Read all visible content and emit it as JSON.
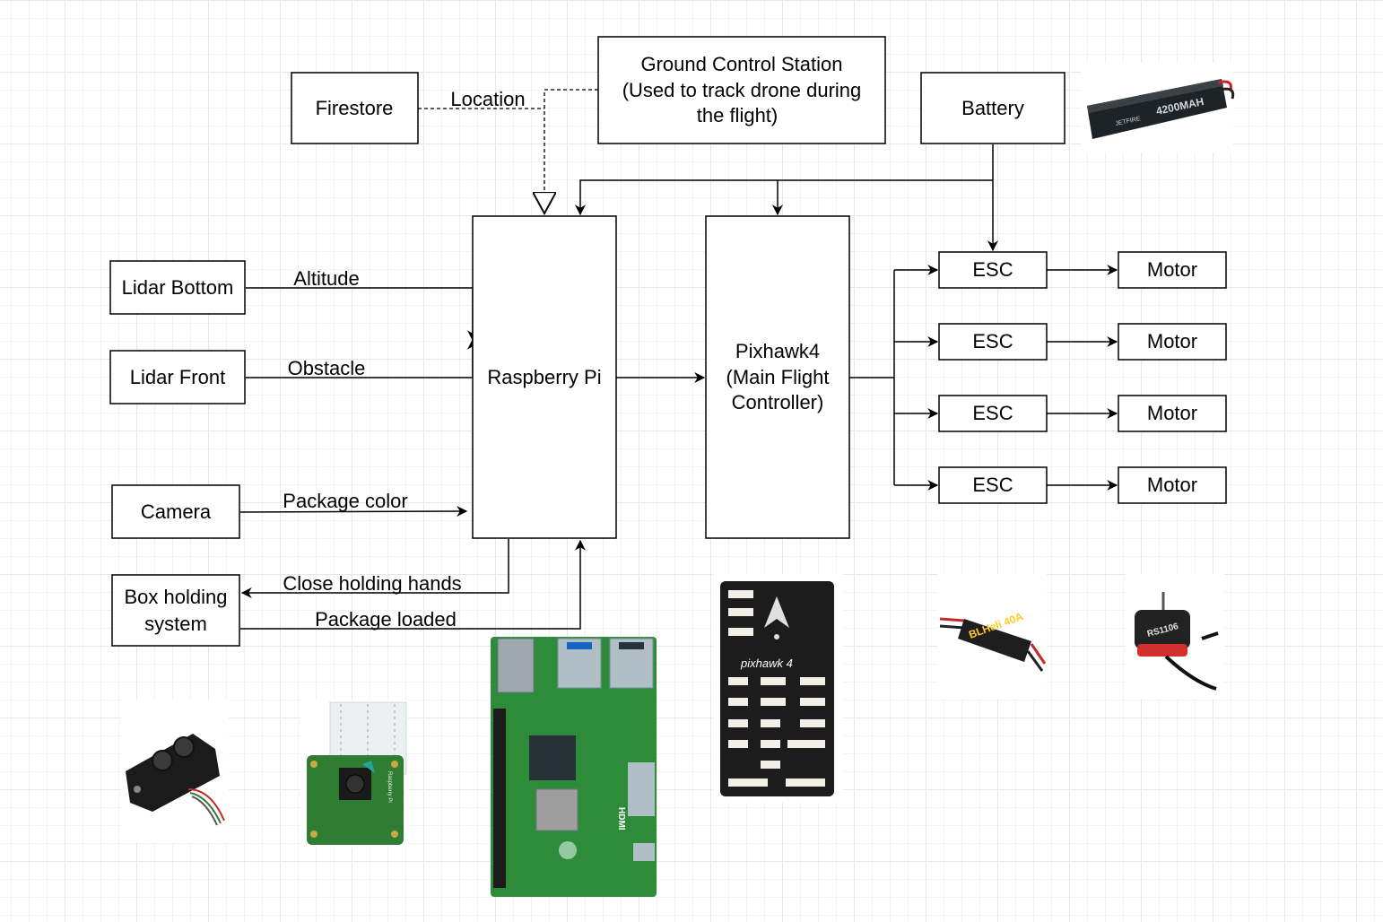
{
  "blocks": {
    "firestore": "Firestore",
    "gcs_line1": "Ground Control Station",
    "gcs_line2": "(Used to track drone during",
    "gcs_line3": "the flight)",
    "battery": "Battery",
    "lidar_bottom": "Lidar Bottom",
    "lidar_front": "Lidar Front",
    "camera": "Camera",
    "box_holding_line1": "Box holding",
    "box_holding_line2": "system",
    "raspberry_pi": "Raspberry Pi",
    "pixhawk_line1": "Pixhawk4",
    "pixhawk_line2": "(Main Flight",
    "pixhawk_line3": "Controller)",
    "esc_label": "ESC",
    "motor_label": "Motor"
  },
  "edges": {
    "location": "Location",
    "altitude": "Altitude",
    "obstacle": "Obstacle",
    "package_color": "Package color",
    "close_holding_hands": "Close holding hands",
    "package_loaded": "Package loaded"
  },
  "photos": {
    "battery_text": "4200MAH",
    "battery_brand": "JETFIRE",
    "pixhawk_text": "pixhawk 4",
    "esc_text": "BLHeli 40A",
    "motor_text": "RS1106",
    "camera_text": "Raspberry Pi",
    "rpi_hdmi": "HDMI"
  },
  "colors": {
    "line": "#000000",
    "grid": "#e6e6e6",
    "pcb_green": "#2e8b3a"
  }
}
